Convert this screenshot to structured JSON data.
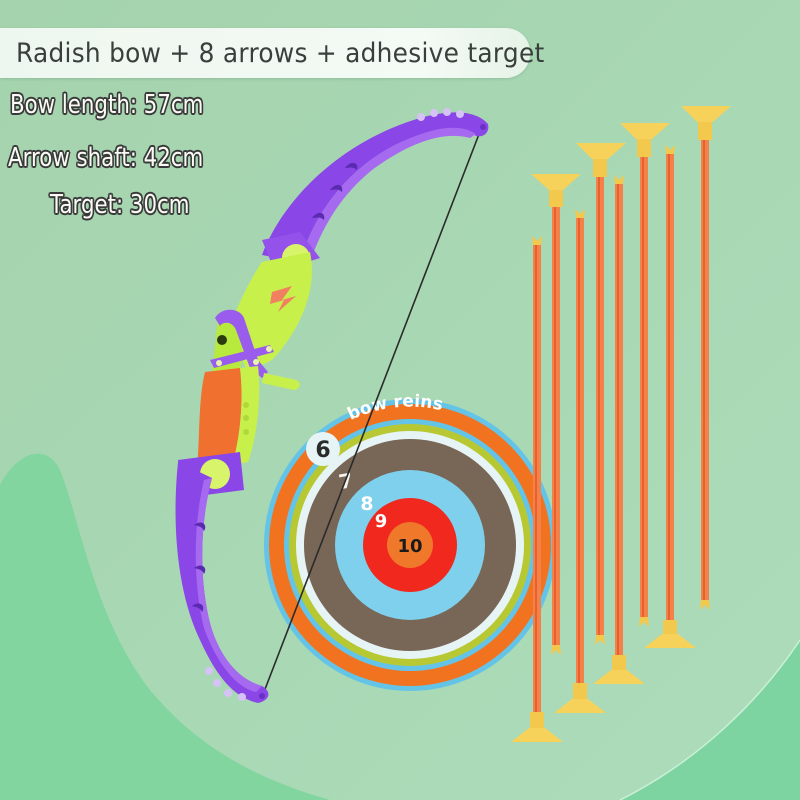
{
  "title": "Radish bow + 8 arrows + adhesive target",
  "specs": {
    "bow_length": "Bow length: 57cm",
    "arrow_shaft": "Arrow shaft: 42cm",
    "target": "Target: 30cm"
  },
  "target": {
    "brand": "bow reins",
    "ring_numbers": [
      "6",
      "7",
      "8",
      "9",
      "10"
    ],
    "colors": {
      "outer_orange": "#f2731f",
      "outer_blue": "#63c4e8",
      "outer_yellow_green": "#b8c832",
      "white_ring": "#e6f4f6",
      "brown_ring": "#786656",
      "blue_ring": "#7fd0ec",
      "red_ring": "#f0281e",
      "center": "#f0782a"
    }
  },
  "product": {
    "arrow_count": 8,
    "bow_colors": {
      "limb": "#8a46e6",
      "riser": "#c8f04a",
      "grip": "#f07030",
      "accent": "#f08060"
    },
    "arrow_colors": {
      "shaft": "#f4804a",
      "suction_cup": "#f6d25a"
    }
  },
  "background": {
    "base": "#a6d5b0",
    "wave": "#82d6a2"
  }
}
